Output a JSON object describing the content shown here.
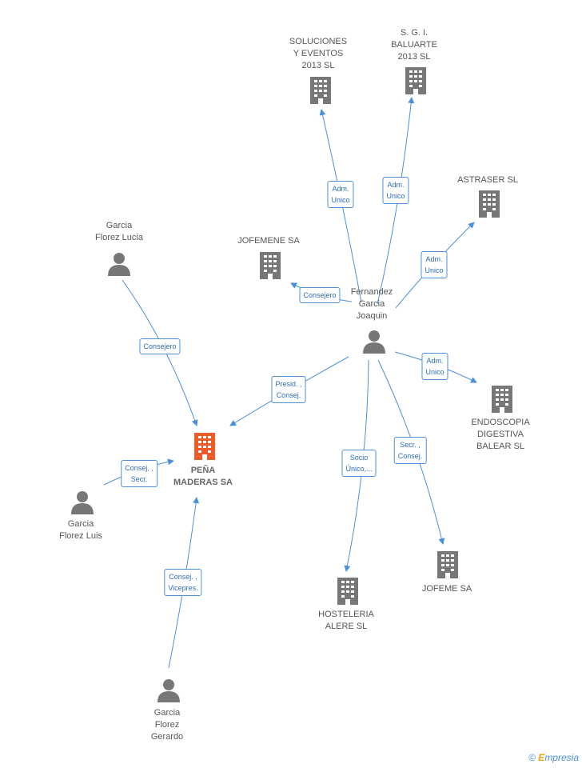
{
  "colors": {
    "edge": "#4a90d9",
    "building": "#777777",
    "building_focus": "#f05a28",
    "person": "#777777"
  },
  "nodes": {
    "soluciones": {
      "label": "SOLUCIONES\nY EVENTOS\n2013 SL",
      "icon": "building-icon"
    },
    "sgi": {
      "label": "S. G. I.\nBALUARTE\n2013 SL",
      "icon": "building-icon"
    },
    "astraser": {
      "label": "ASTRASER SL",
      "icon": "building-icon"
    },
    "jofemene": {
      "label": "JOFEMENE SA",
      "icon": "building-icon"
    },
    "garcia_lucia": {
      "label": "Garcia\nFlorez Lucia",
      "icon": "person-icon"
    },
    "fernandez": {
      "label": "Fernandez\nGarcia\nJoaquin",
      "icon": "person-icon"
    },
    "endoscopia": {
      "label": "ENDOSCOPIA\nDIGESTIVA\nBALEAR SL",
      "icon": "building-icon"
    },
    "pena": {
      "label": "PEÑA\nMADERAS SA",
      "icon": "building-icon"
    },
    "garcia_luis": {
      "label": "Garcia\nFlorez Luis",
      "icon": "person-icon"
    },
    "hosteleria": {
      "label": "HOSTELERIA\nALERE SL",
      "icon": "building-icon"
    },
    "jofeme": {
      "label": "JOFEME SA",
      "icon": "building-icon"
    },
    "garcia_gerardo": {
      "label": "Garcia\nFlorez\nGerardo",
      "icon": "person-icon"
    }
  },
  "edges": {
    "e1": {
      "label": "Adm.\nUnico",
      "from": "fernandez",
      "to": "soluciones"
    },
    "e2": {
      "label": "Adm.\nUnico",
      "from": "fernandez",
      "to": "sgi"
    },
    "e3": {
      "label": "Adm.\nUnico",
      "from": "fernandez",
      "to": "astraser"
    },
    "e4": {
      "label": "Consejero",
      "from": "fernandez",
      "to": "jofemene"
    },
    "e5": {
      "label": "Consejero",
      "from": "garcia_lucia",
      "to": "pena"
    },
    "e6": {
      "label": "Presid. ,\nConsej.",
      "from": "fernandez",
      "to": "pena"
    },
    "e7": {
      "label": "Adm.\nUnico",
      "from": "fernandez",
      "to": "endoscopia"
    },
    "e8": {
      "label": "Consej. ,\nSecr.",
      "from": "garcia_luis",
      "to": "pena"
    },
    "e9": {
      "label": "Socio\nÚnico,...",
      "from": "fernandez",
      "to": "hosteleria"
    },
    "e10": {
      "label": "Secr. ,\nConsej.",
      "from": "fernandez",
      "to": "jofeme"
    },
    "e11": {
      "label": "Consej. ,\nVicepres.",
      "from": "garcia_gerardo",
      "to": "pena"
    }
  },
  "footer": {
    "copyright": "©",
    "brand_first": "E",
    "brand_rest": "mpresia"
  }
}
